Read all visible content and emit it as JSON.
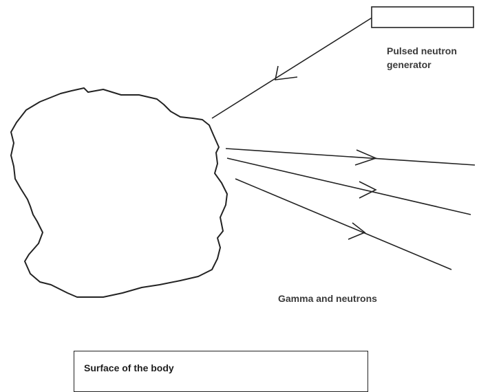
{
  "labels": {
    "generator_line1": "Pulsed neutron",
    "generator_line2": "generator",
    "emission": "Gamma and neutrons",
    "caption": "Surface of the body"
  },
  "colors": {
    "ink": "#222222",
    "label_text": "#3a3a3a"
  }
}
